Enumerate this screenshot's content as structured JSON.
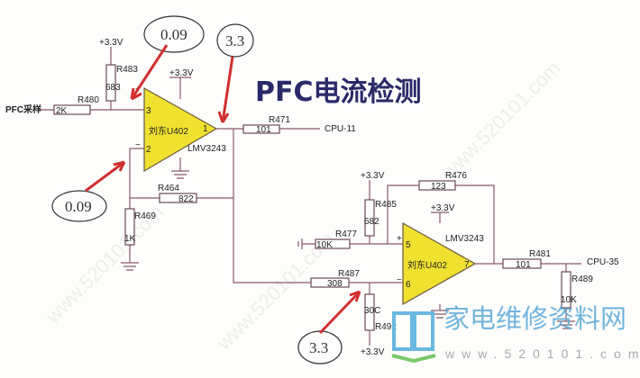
{
  "title": "PFC电流检测",
  "input_label": "PFC采样",
  "supply": "+3.3V",
  "annotations": {
    "pin3_voltage": "0.09",
    "pin2_voltage": "0.09",
    "pin1_voltage": "3.3",
    "pin6_voltage": "3.3"
  },
  "opamp1": {
    "name": "刘东U402",
    "part": "LMV3243",
    "pin_plus": "+",
    "pin_minus": "−",
    "pin3": "3",
    "pin2": "2",
    "pin1": "1"
  },
  "opamp2": {
    "name": "刘东U402",
    "part": "LMV3243",
    "pin_plus": "+",
    "pin_minus": "−",
    "pin5": "5",
    "pin6": "6",
    "pin7": "7"
  },
  "resistors": {
    "R480": {
      "ref": "R480",
      "value": "2K"
    },
    "R483": {
      "ref": "R483",
      "value": "683"
    },
    "R471": {
      "ref": "R471",
      "value": "101"
    },
    "R464": {
      "ref": "R464",
      "value": "822"
    },
    "R469": {
      "ref": "R469",
      "value": "1K"
    },
    "R476": {
      "ref": "R476",
      "value": "123"
    },
    "R485": {
      "ref": "R485",
      "value": "682"
    },
    "R477": {
      "ref": "R477",
      "value": "10K"
    },
    "R487": {
      "ref": "R487",
      "value": "308"
    },
    "R492": {
      "ref": "R492",
      "value": "30C"
    },
    "R481": {
      "ref": "R481",
      "value": "101"
    },
    "R489": {
      "ref": "R489",
      "value": "10K"
    }
  },
  "outputs": {
    "cpu11": "CPU-11",
    "cpu35": "CPU-35"
  },
  "watermark": {
    "site_name": "家电维修资料网",
    "url": "www.520101.com"
  },
  "colors": {
    "opamp_fill": "#f0e030",
    "arrow": "#d03030",
    "title": "#2a2a6a",
    "watermark": "#5aa8d8"
  }
}
